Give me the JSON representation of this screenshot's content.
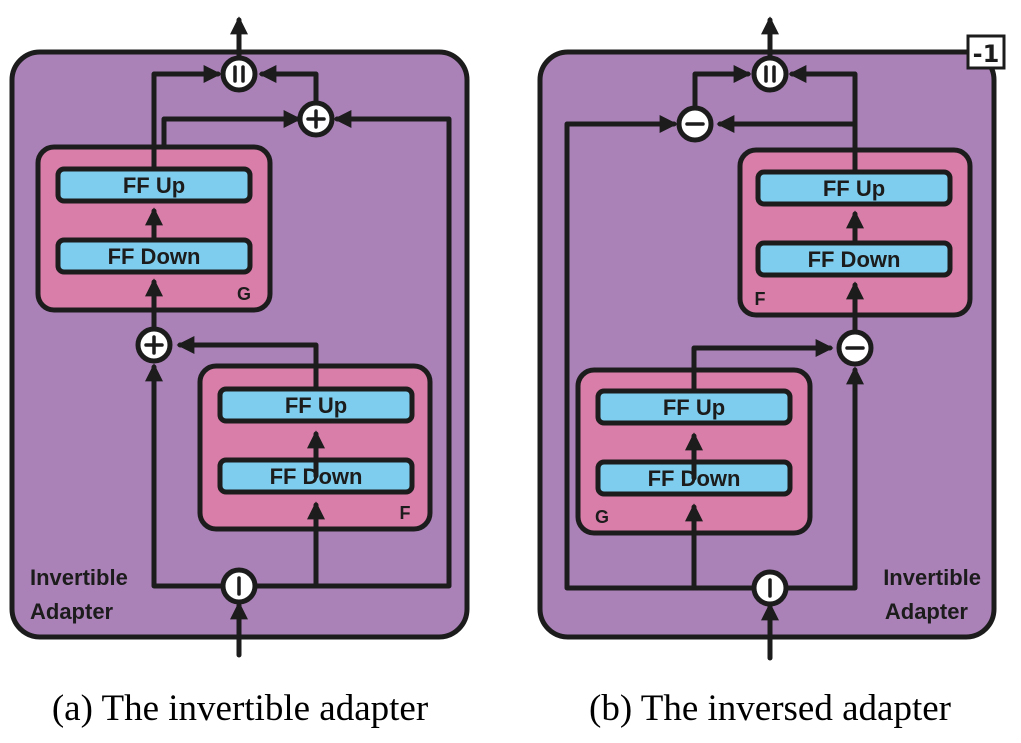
{
  "panel_a": {
    "caption": "(a) The invertible adapter",
    "adapter_line1": "Invertible",
    "adapter_line2": "Adapter",
    "block_g": {
      "label": "G",
      "ff_up": "FF Up",
      "ff_down": "FF Down"
    },
    "block_f": {
      "label": "F",
      "ff_up": "FF Up",
      "ff_down": "FF Down"
    }
  },
  "panel_b": {
    "caption": "(b) The inversed adapter",
    "adapter_line1": "Invertible",
    "adapter_line2": "Adapter",
    "inverse_marker": "-1",
    "block_f": {
      "label": "F",
      "ff_up": "FF Up",
      "ff_down": "FF Down"
    },
    "block_g": {
      "label": "G",
      "ff_up": "FF Up",
      "ff_down": "FF Down"
    }
  }
}
